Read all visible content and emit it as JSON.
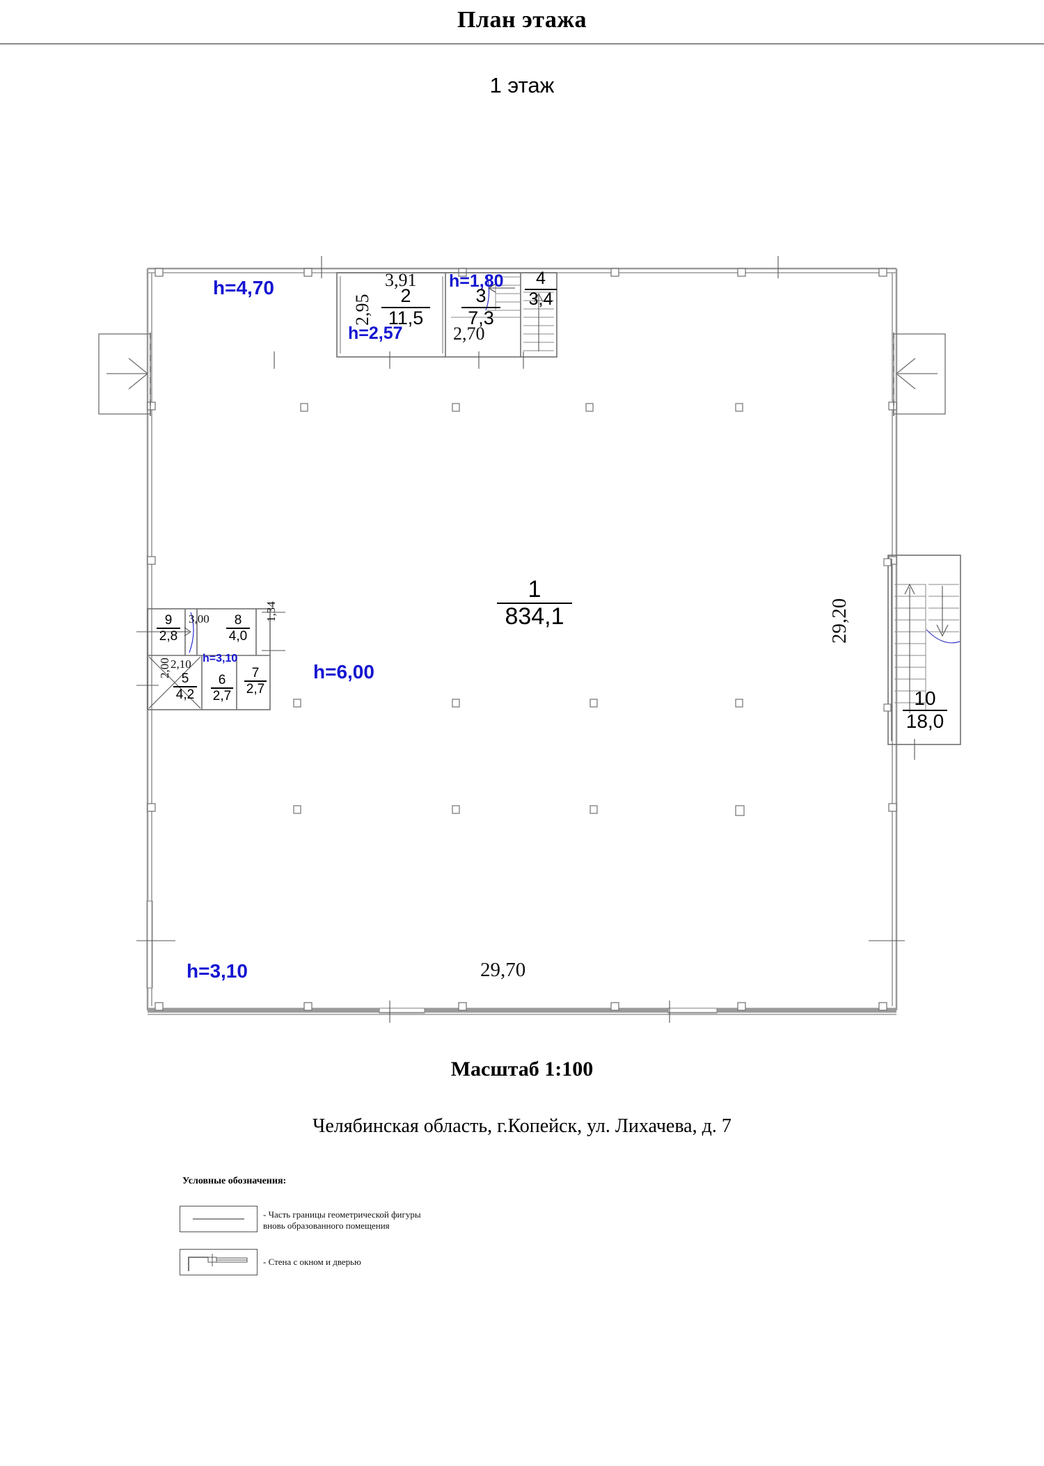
{
  "document": {
    "title": "План этажа",
    "floor_label": "1 этаж",
    "scale": "Масштаб 1:100",
    "address": "Челябинская область, г.Копейск, ул. Лихачева, д. 7"
  },
  "legend": {
    "heading": "Условные обозначения:",
    "items": [
      {
        "symbol": "boundary-line",
        "text_line1": "- Часть границы геометрической фигуры",
        "text_line2": "вновь образованного помещения"
      },
      {
        "symbol": "wall-with-window-and-door",
        "text_line1": "- Стена с окном и дверью",
        "text_line2": ""
      }
    ]
  },
  "colors": {
    "height_label": "#1414d2",
    "wall": "#9a9a9a",
    "thin_line": "#6f6f6f",
    "text": "#000000"
  },
  "plan": {
    "overall_dimensions": {
      "width_label": "29,70",
      "height_label": "29,20"
    },
    "heights": [
      {
        "id": "h-main-upper",
        "label": "h=4,70"
      },
      {
        "id": "h-room-2",
        "label": "h=2,57"
      },
      {
        "id": "h-room-3",
        "label": "h=1,80"
      },
      {
        "id": "h-main-mid",
        "label": "h=6,00"
      },
      {
        "id": "h-room-6",
        "label": "h=3,10"
      },
      {
        "id": "h-main-lower",
        "label": "h=3,10"
      }
    ],
    "rooms": [
      {
        "number": "1",
        "area": "834,1",
        "name": "main-hall"
      },
      {
        "number": "2",
        "area": "11,5",
        "name": "room-2"
      },
      {
        "number": "3",
        "area": "7,3",
        "name": "room-3"
      },
      {
        "number": "4",
        "area": "3,4",
        "name": "room-4-stair"
      },
      {
        "number": "5",
        "area": "4,2",
        "name": "room-5"
      },
      {
        "number": "6",
        "area": "2,7",
        "name": "room-6"
      },
      {
        "number": "7",
        "area": "2,7",
        "name": "room-7"
      },
      {
        "number": "8",
        "area": "4,0",
        "name": "room-8"
      },
      {
        "number": "9",
        "area": "2,8",
        "name": "room-9"
      },
      {
        "number": "10",
        "area": "18,0",
        "name": "room-10-stairwell"
      }
    ],
    "interior_dimensions": [
      {
        "id": "dim-room2-width",
        "label": "3,91"
      },
      {
        "id": "dim-room2-height",
        "label": "2,95"
      },
      {
        "id": "dim-room3-width",
        "label": "2,70"
      },
      {
        "id": "dim-room8-width",
        "label": "3,00"
      },
      {
        "id": "dim-room8-height",
        "label": "1,34"
      },
      {
        "id": "dim-room5-width",
        "label": "2,10"
      },
      {
        "id": "dim-room5-height",
        "label": "2,00"
      }
    ]
  }
}
